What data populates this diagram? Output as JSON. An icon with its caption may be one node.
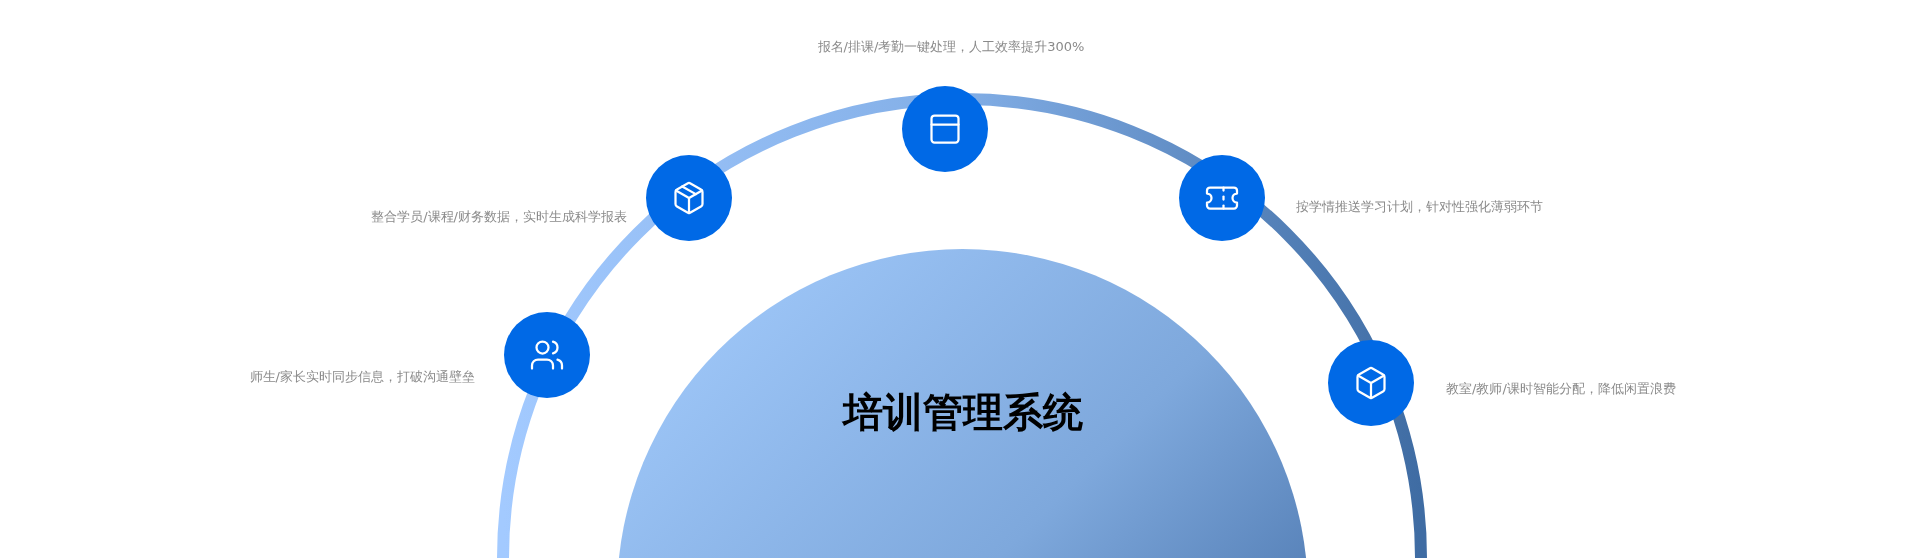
{
  "diagram": {
    "nodes": [
      {
        "text": [
          "培训管理系统"
        ]
      },
      {
        "text": [],
        "shape": "circle",
        "beside": [
          "师生/家长实时同步信息，打破沟通壁垒"
        ]
      },
      {
        "text": [],
        "shape": "circle",
        "beside": [
          "整合学员/课程/财务数据，实时生成科学报表"
        ]
      },
      {
        "text": [],
        "shape": "circle",
        "beside": [
          "报名/排课/考勤一键处理，人工效率提升300%"
        ]
      },
      {
        "text": [],
        "shape": "circle",
        "beside": [
          "按学情推送学习计划，针对性强化薄弱环节"
        ]
      },
      {
        "text": [],
        "shape": "circle",
        "beside": [
          "教室/教师/课时智能分配，降低闲置浪费"
        ]
      }
    ]
  }
}
